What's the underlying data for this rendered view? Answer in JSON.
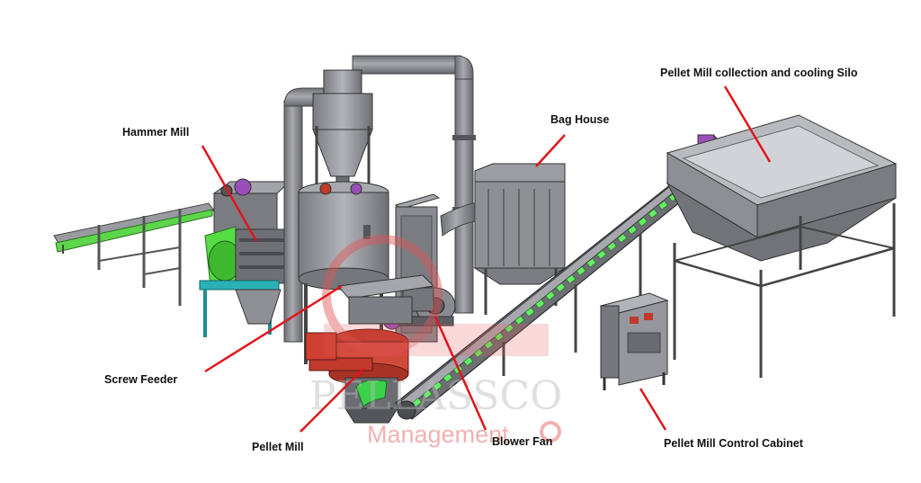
{
  "labels": {
    "hammer_mill": "Hammer Mill",
    "bag_house": "Bag House",
    "silo": "Pellet Mill collection and cooling Silo",
    "screw_feeder": "Screw Feeder",
    "pellet_mill": "Pellet Mill",
    "blower_fan": "Blower Fan",
    "control_cabinet": "Pellet Mill Control Cabinet"
  },
  "watermark": {
    "brand": "PELLASSCO",
    "tagline": "Management"
  },
  "colors": {
    "leader_line": "#e0161b",
    "steel": "#8c8d93",
    "steel_dark": "#5c5d63",
    "conveyor_green": "#66ee66",
    "hammer_green": "#55dd44",
    "motor_purple": "#9a4fb8",
    "base_red": "#c0392b",
    "watermark": "#e25555"
  }
}
